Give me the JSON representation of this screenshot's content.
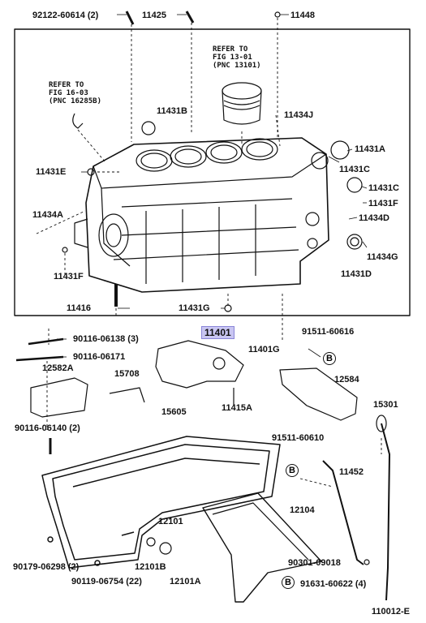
{
  "diagram_code": "110012-E",
  "notes": {
    "piston_ref": "REFER TO\nFIG 13-01\n(PNC 13101)",
    "gauge_ref": "REFER TO\nFIG 16-03\n(PNC 16285B)"
  },
  "parts": {
    "p92122": "92122-60614 (2)",
    "p11425": "11425",
    "p11448": "11448",
    "p11431b": "11431B",
    "p11434j": "11434J",
    "p11431a": "11431A",
    "p11431e": "11431E",
    "p11431c1": "11431C",
    "p11431c2": "11431C",
    "p11431f1": "11431F",
    "p11434d": "11434D",
    "p11434a": "11434A",
    "p11434g": "11434G",
    "p11431f2": "11431F",
    "p11431d": "11431D",
    "p11416": "11416",
    "p11431g": "11431G",
    "p11401": "11401",
    "p91511a": "91511-60616",
    "p90116a": "90116-06138 (3)",
    "p11401g": "11401G",
    "p90116b": "90116-06171",
    "p12582a": "12582A",
    "p15708": "15708",
    "p12584": "12584",
    "p15605": "15605",
    "p11415a": "11415A",
    "p15301": "15301",
    "p90116c": "90116-06140 (2)",
    "p91511b": "91511-60610",
    "p11452": "11452",
    "p12104": "12104",
    "p12101": "12101",
    "p90179": "90179-06298 (2)",
    "p12101b": "12101B",
    "p90119": "90119-06754 (22)",
    "p12101a": "12101A",
    "p90301": "90301-09018",
    "p91631": "91631-60622 (4)"
  },
  "bubbles": {
    "b1": "B",
    "b2": "B",
    "b3": "B"
  },
  "highlight_color": "#c9c6f2"
}
